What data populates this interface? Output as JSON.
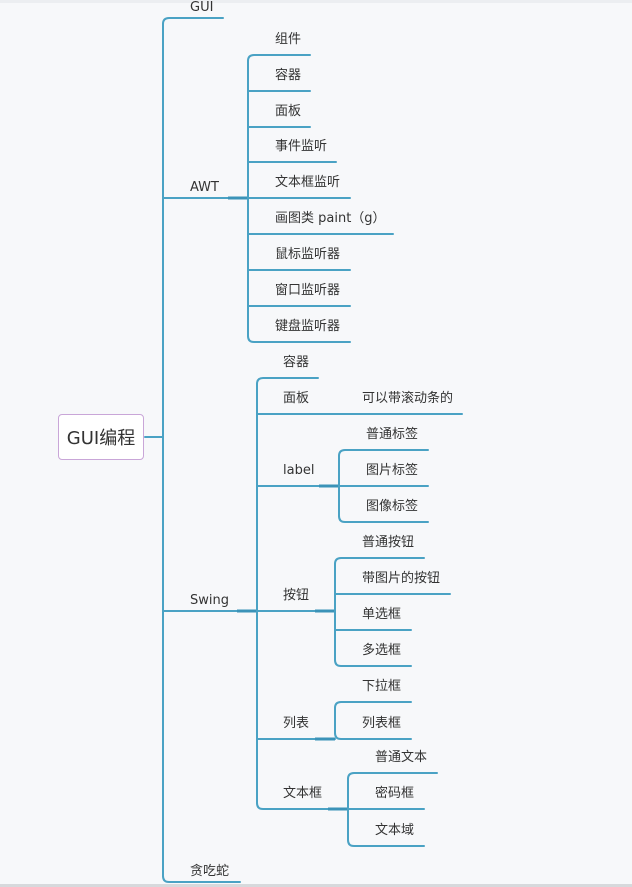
{
  "colors": {
    "connector": "#4aa2c4",
    "root_border": "#c9a6d8",
    "text": "#333333",
    "background": "#f7f8fa"
  },
  "root": {
    "label": "GUI编程"
  },
  "branches": [
    {
      "id": "gui",
      "label": "GUI",
      "children": []
    },
    {
      "id": "awt",
      "label": "AWT",
      "children": [
        {
          "label": "组件"
        },
        {
          "label": "容器"
        },
        {
          "label": "面板"
        },
        {
          "label": "事件监听"
        },
        {
          "label": "文本框监听"
        },
        {
          "label": "画图类 paint（g）"
        },
        {
          "label": "鼠标监听器"
        },
        {
          "label": "窗口监听器"
        },
        {
          "label": "键盘监听器"
        }
      ]
    },
    {
      "id": "swing",
      "label": "Swing",
      "children": [
        {
          "label": "容器",
          "children": []
        },
        {
          "label": "面板",
          "children": [
            {
              "label": "可以带滚动条的"
            }
          ]
        },
        {
          "label": "label",
          "children": [
            {
              "label": "普通标签"
            },
            {
              "label": "图片标签"
            },
            {
              "label": "图像标签"
            }
          ]
        },
        {
          "label": "按钮",
          "children": [
            {
              "label": "普通按钮"
            },
            {
              "label": "带图片的按钮"
            },
            {
              "label": "单选框"
            },
            {
              "label": "多选框"
            }
          ]
        },
        {
          "label": "列表",
          "children": [
            {
              "label": "下拉框"
            },
            {
              "label": "列表框"
            }
          ]
        },
        {
          "label": "文本框",
          "children": [
            {
              "label": "普通文本"
            },
            {
              "label": "密码框"
            },
            {
              "label": "文本域"
            }
          ]
        }
      ]
    },
    {
      "id": "snake",
      "label": "贪吃蛇",
      "children": []
    }
  ]
}
